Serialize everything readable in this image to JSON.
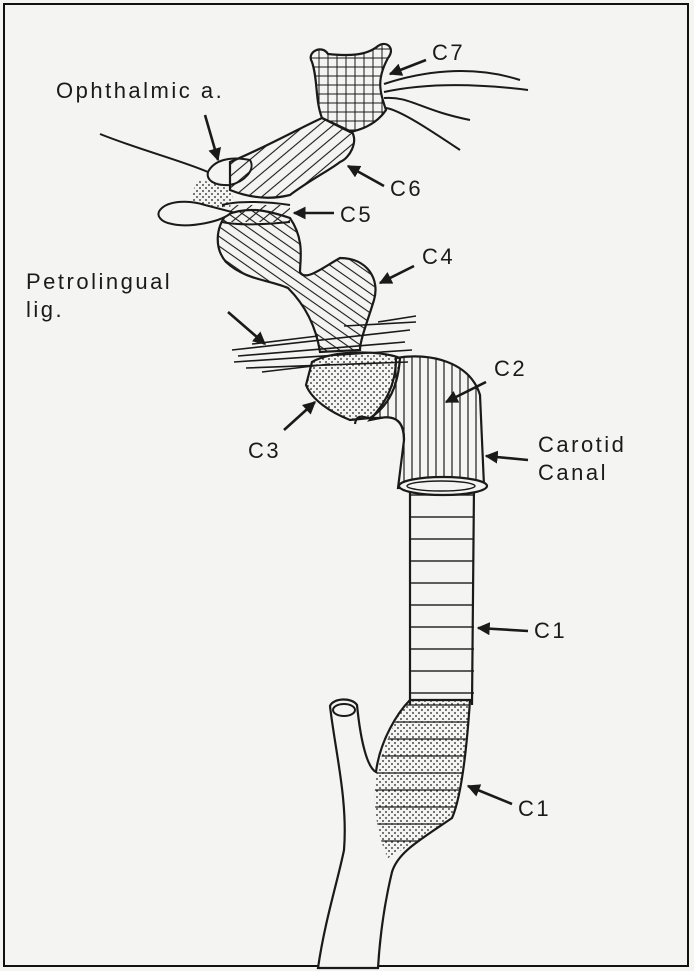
{
  "labels": {
    "ophthalmic": "Ophthalmic a.",
    "petrolingual_line1": "Petrolingual",
    "petrolingual_line2": "lig.",
    "c7": "C7",
    "c6": "C6",
    "c5": "C5",
    "c4": "C4",
    "c3": "C3",
    "c2": "C2",
    "carotid_line1": "Carotid",
    "carotid_line2": "Canal",
    "c1_upper": "C1",
    "c1_lower": "C1"
  },
  "colors": {
    "ink": "#1a1a1a",
    "paper": "#f4f4f2"
  }
}
